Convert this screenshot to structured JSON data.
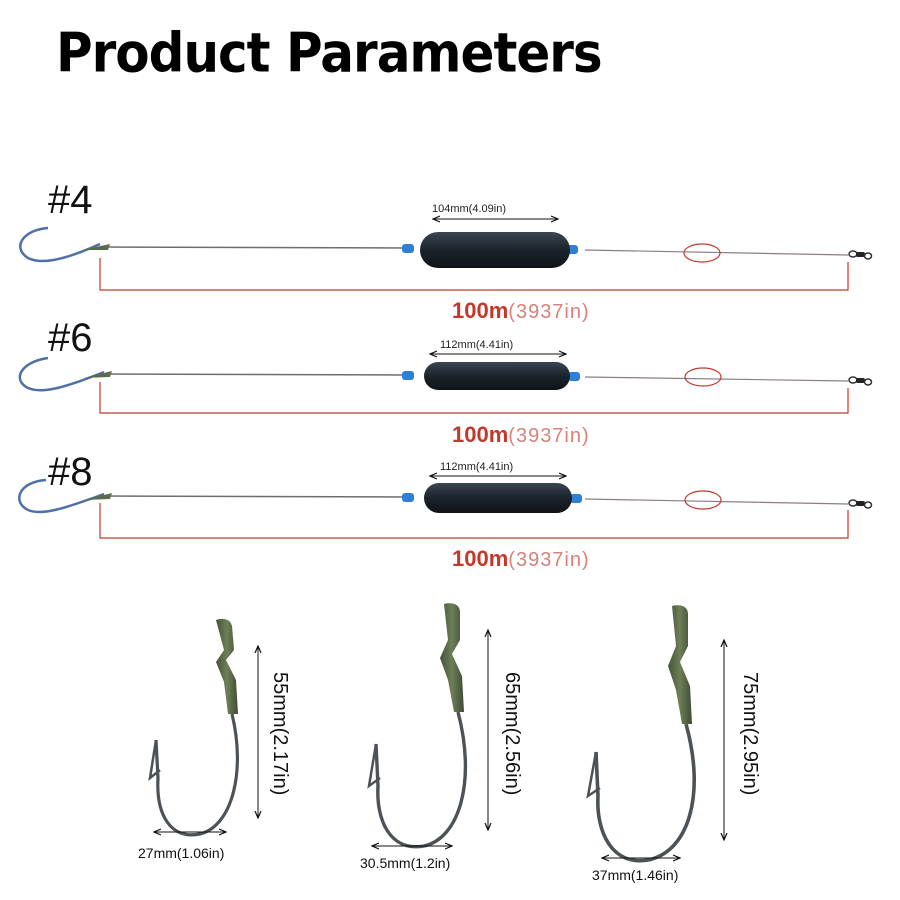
{
  "title": "Product Parameters",
  "rigs": [
    {
      "size": "#4",
      "sinker_length": "104mm(4.09in)",
      "total_length_main": "100m",
      "total_length_sub": "(3937in)"
    },
    {
      "size": "#6",
      "sinker_length": "112mm(4.41in)",
      "total_length_main": "100m",
      "total_length_sub": "(3937in)"
    },
    {
      "size": "#8",
      "sinker_length": "112mm(4.41in)",
      "total_length_main": "100m",
      "total_length_sub": "(3937in)"
    }
  ],
  "hooks": [
    {
      "height": "55mm(2.17in)",
      "width": "27mm(1.06in)"
    },
    {
      "height": "65mm(2.56in)",
      "width": "30.5mm(1.2in)"
    },
    {
      "height": "75mm(2.95in)",
      "width": "37mm(1.46in)"
    }
  ],
  "colors": {
    "dimension_red": "#c0392b",
    "sinker": "#1e2730",
    "bead": "#2f7fd6",
    "hook_sleeve": "#5b6b47",
    "hook_metal": "#555a5e"
  }
}
